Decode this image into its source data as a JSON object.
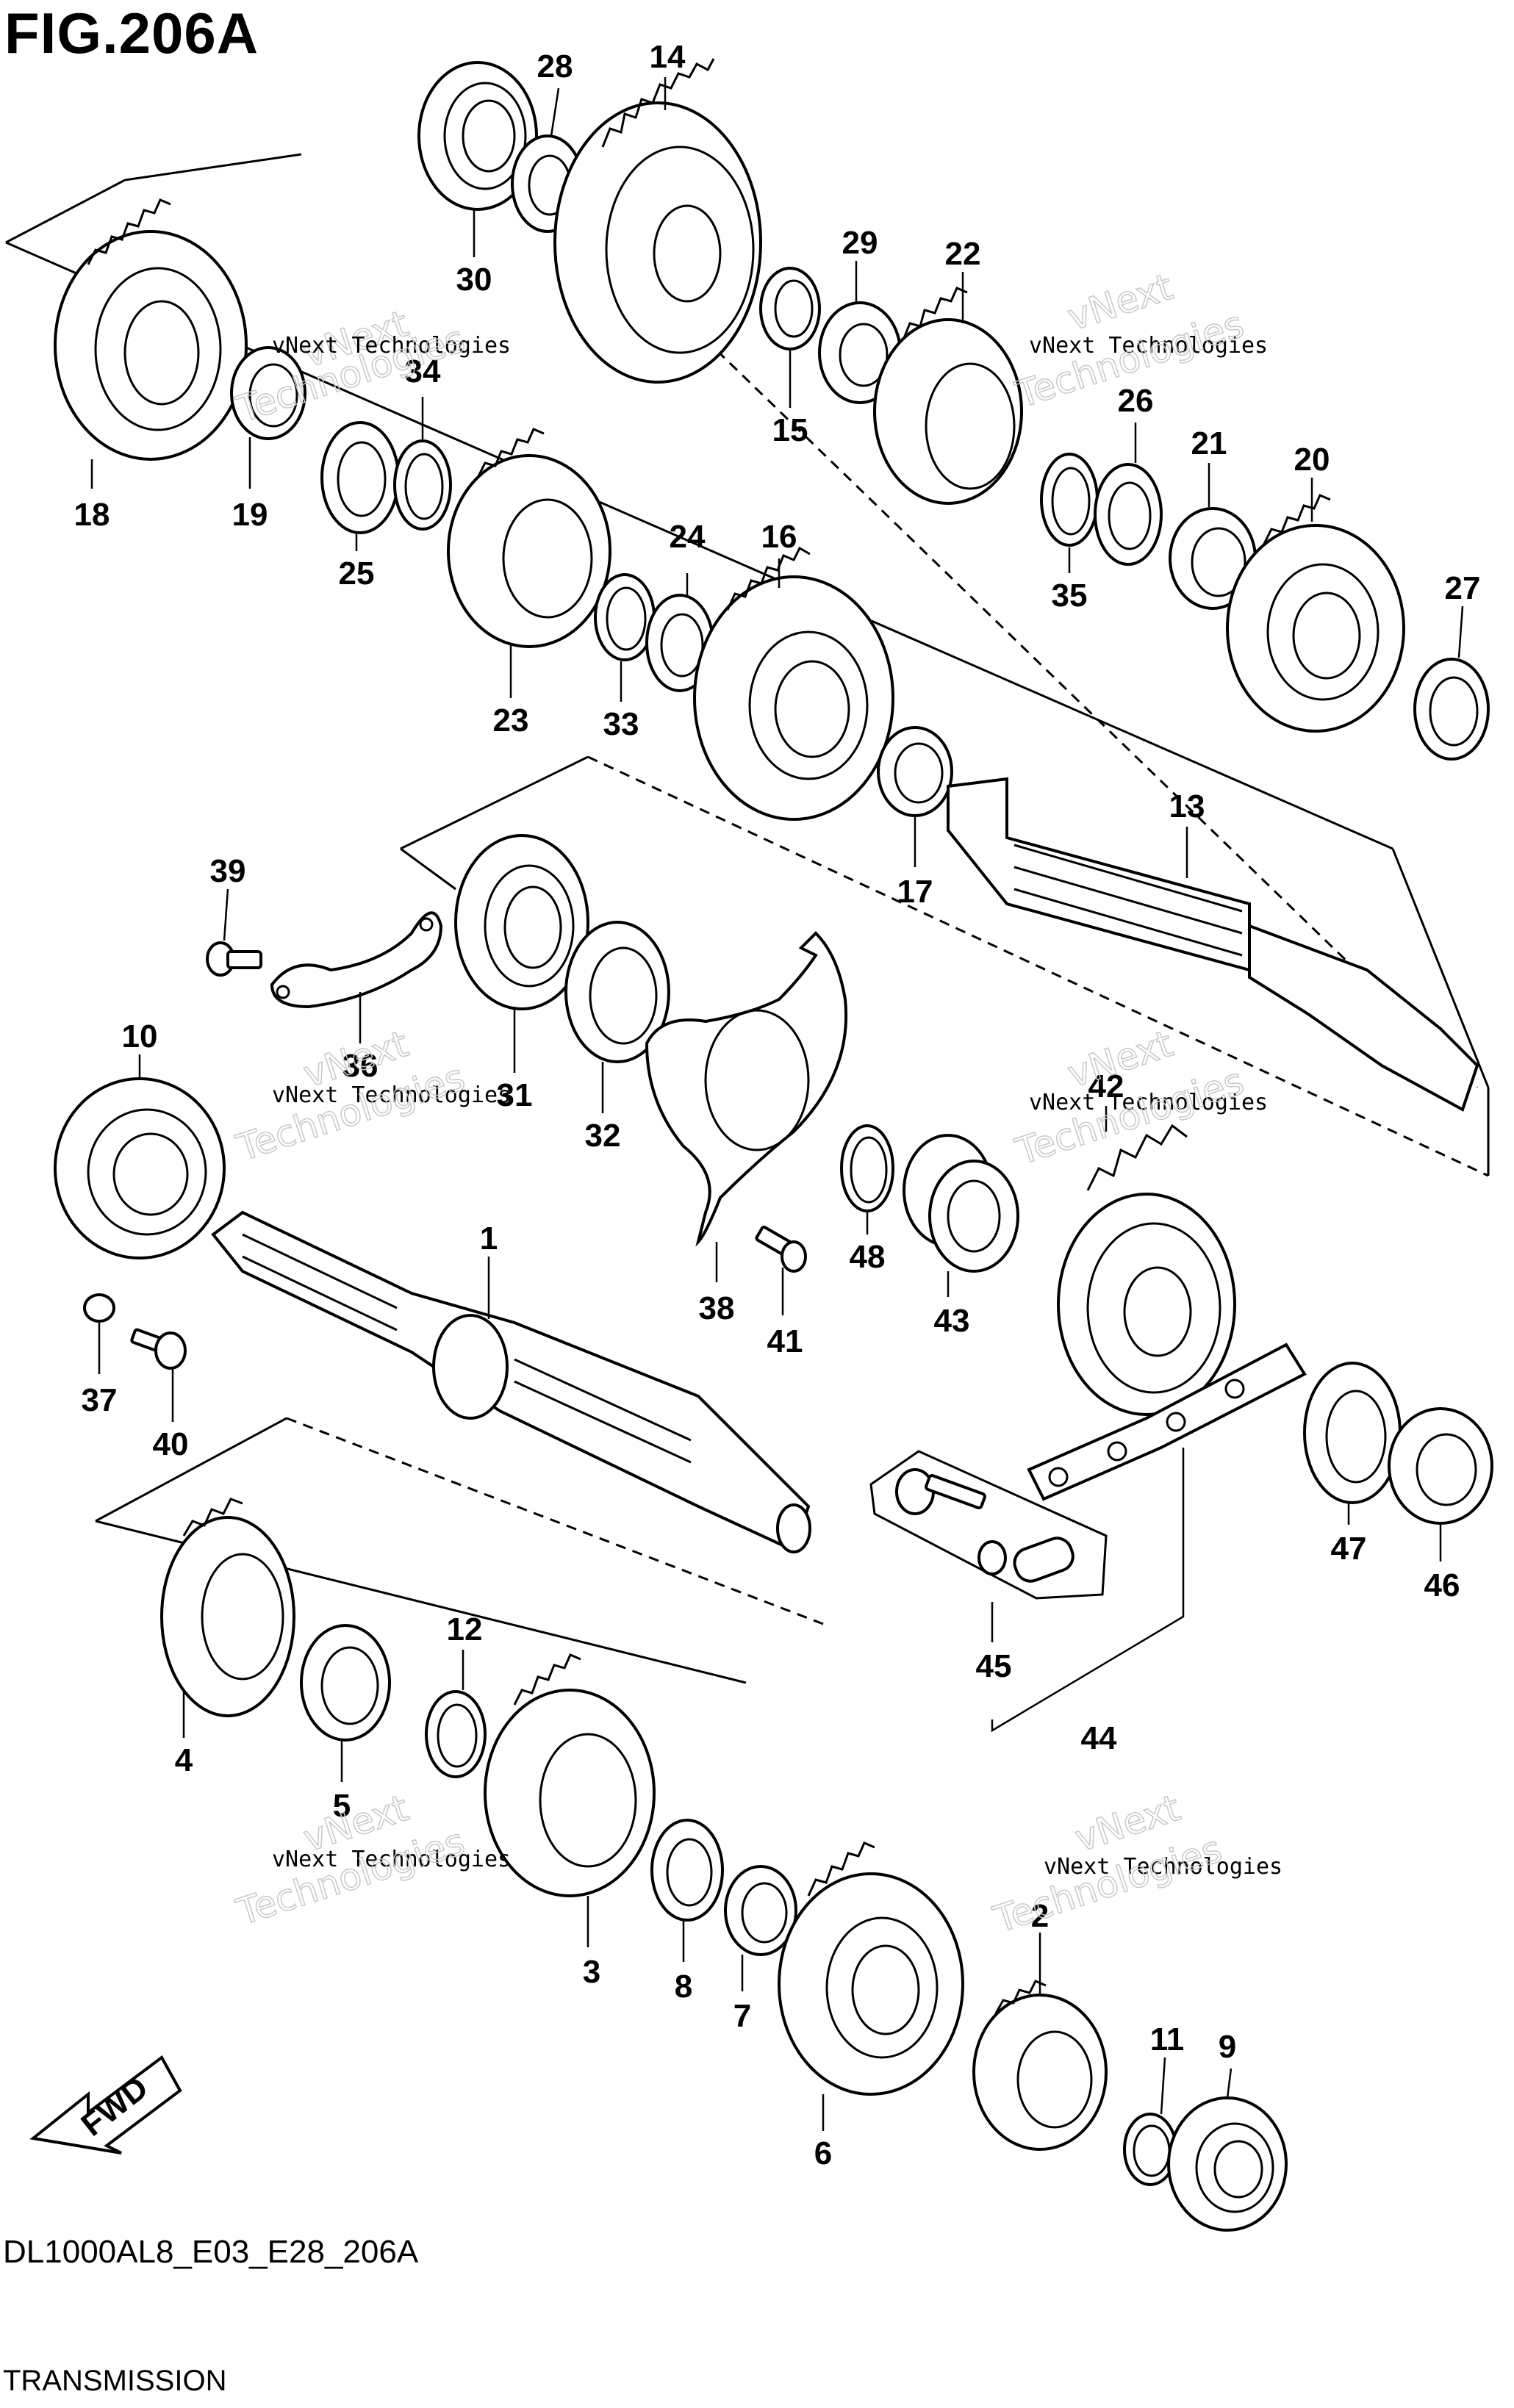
{
  "figure": {
    "title": "FIG.206A",
    "code": "DL1000AL8_E03_E28_206A",
    "name": "TRANSMISSION"
  },
  "watermark": {
    "line1": "vNext",
    "line2": "vNext Technologies",
    "line3": "Technologies"
  },
  "fwd_label": "FWD",
  "callouts": {
    "c1": "1",
    "c2": "2",
    "c3": "3",
    "c4": "4",
    "c5": "5",
    "c6": "6",
    "c7": "7",
    "c8": "8",
    "c9": "9",
    "c10": "10",
    "c11": "11",
    "c12": "12",
    "c13": "13",
    "c14": "14",
    "c15": "15",
    "c16": "16",
    "c17": "17",
    "c18": "18",
    "c19": "19",
    "c20": "20",
    "c21": "21",
    "c22": "22",
    "c23": "23",
    "c24": "24",
    "c25": "25",
    "c26": "26",
    "c27": "27",
    "c28": "28",
    "c29": "29",
    "c30": "30",
    "c31": "31",
    "c32": "32",
    "c33": "33",
    "c34": "34",
    "c35": "35",
    "c36": "36",
    "c37": "37",
    "c38": "38",
    "c39": "39",
    "c40": "40",
    "c41": "41",
    "c42": "42",
    "c43": "43",
    "c44": "44",
    "c45": "45",
    "c46": "46",
    "c47": "47",
    "c48": "48"
  }
}
